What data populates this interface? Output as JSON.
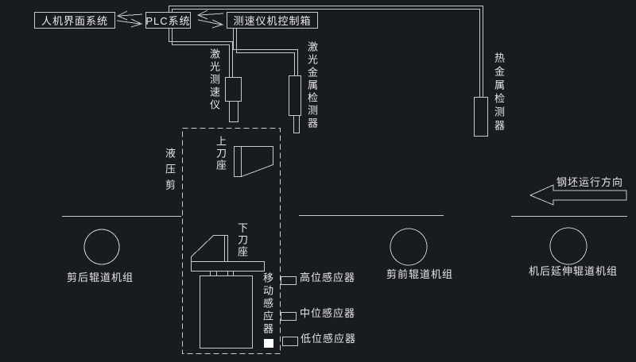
{
  "window": {
    "background": "#181b20",
    "line_color": "#c9c9c9",
    "text_color": "#e6e6e6",
    "marker_color": "#ffffff"
  },
  "control_chain": {
    "hmi_label": "人机界面系统",
    "plc_label": "PLC系统",
    "controller_label": "测速仪机控制箱"
  },
  "detectors": {
    "laser_speed_label": "激光测速仪",
    "laser_metal_label": "激光金属检测器",
    "hot_metal_label": "热金属检测器"
  },
  "shear": {
    "title": "液压剪",
    "upper_blade_label": "上刀座",
    "lower_blade_label": "下刀座"
  },
  "sensors": {
    "moving_label": "移动感应器",
    "high_label": "高位感应器",
    "middle_label": "中位感应器",
    "low_label": "低位感应器"
  },
  "rollers": {
    "after_shear_label": "剪后辊道机组",
    "before_shear_label": "剪前辊道机组",
    "rear_extension_label": "机后延伸辊道机组"
  },
  "flow": {
    "direction_label": "钢坯运行方向"
  }
}
